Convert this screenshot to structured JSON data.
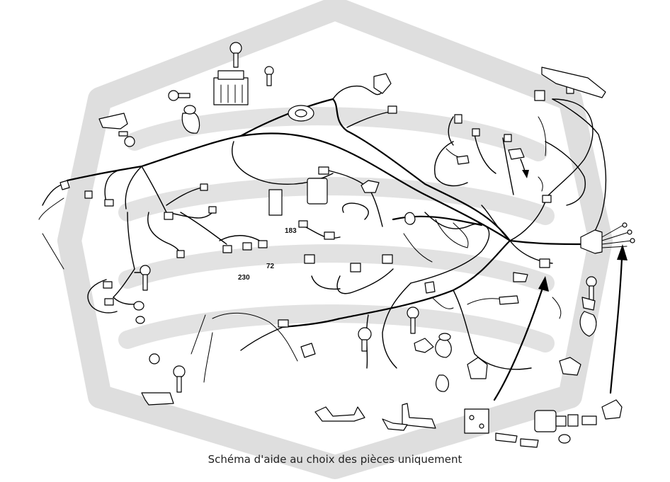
{
  "caption": "Schéma d'aide au choix des pièces uniquement",
  "labels": {
    "ref_183": "183",
    "ref_72": "72",
    "ref_230": "230"
  },
  "watermark": {
    "color": "#dcdcdc"
  }
}
